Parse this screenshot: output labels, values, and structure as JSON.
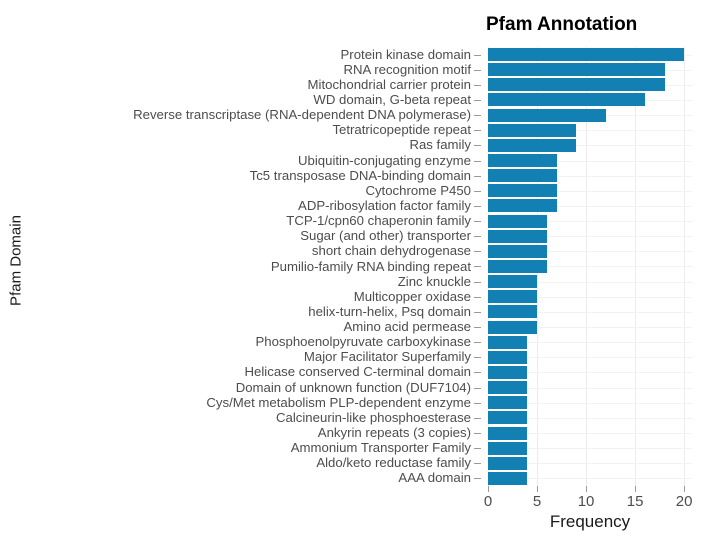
{
  "chart_data": {
    "type": "bar",
    "orientation": "horizontal",
    "title": "Pfam Annotation",
    "xlabel": "Frequency",
    "ylabel": "Pfam Domain",
    "xlim": [
      0,
      20.8
    ],
    "xticks": [
      0,
      5,
      10,
      15,
      20
    ],
    "xtick_labels": [
      "0",
      "5",
      "10",
      "15",
      "20"
    ],
    "grid": true,
    "legend": null,
    "bar_color": "#1380b4",
    "panel_background": "#ffffff",
    "gridline_color": "#ececec",
    "categories": [
      "Protein kinase domain",
      "RNA recognition motif",
      "Mitochondrial carrier protein",
      "WD domain, G-beta repeat",
      "Reverse transcriptase (RNA-dependent DNA polymerase)",
      "Tetratricopeptide repeat",
      "Ras family",
      "Ubiquitin-conjugating enzyme",
      "Tc5 transposase DNA-binding domain",
      "Cytochrome P450",
      "ADP-ribosylation factor family",
      "TCP-1/cpn60 chaperonin family",
      "Sugar (and other) transporter",
      "short chain dehydrogenase",
      "Pumilio-family RNA binding repeat",
      "Zinc knuckle",
      "Multicopper oxidase",
      "helix-turn-helix, Psq domain",
      "Amino acid permease",
      "Phosphoenolpyruvate carboxykinase",
      "Major Facilitator Superfamily",
      "Helicase conserved C-terminal domain",
      "Domain of unknown function (DUF7104)",
      "Cys/Met metabolism PLP-dependent enzyme",
      "Calcineurin-like phosphoesterase",
      "Ankyrin repeats (3 copies)",
      "Ammonium Transporter Family",
      "Aldo/keto reductase family",
      "AAA domain"
    ],
    "values": [
      20,
      18,
      18,
      16,
      12,
      9,
      9,
      7,
      7,
      7,
      7,
      6,
      6,
      6,
      6,
      5,
      5,
      5,
      5,
      4,
      4,
      4,
      4,
      4,
      4,
      4,
      4,
      4,
      4
    ]
  }
}
